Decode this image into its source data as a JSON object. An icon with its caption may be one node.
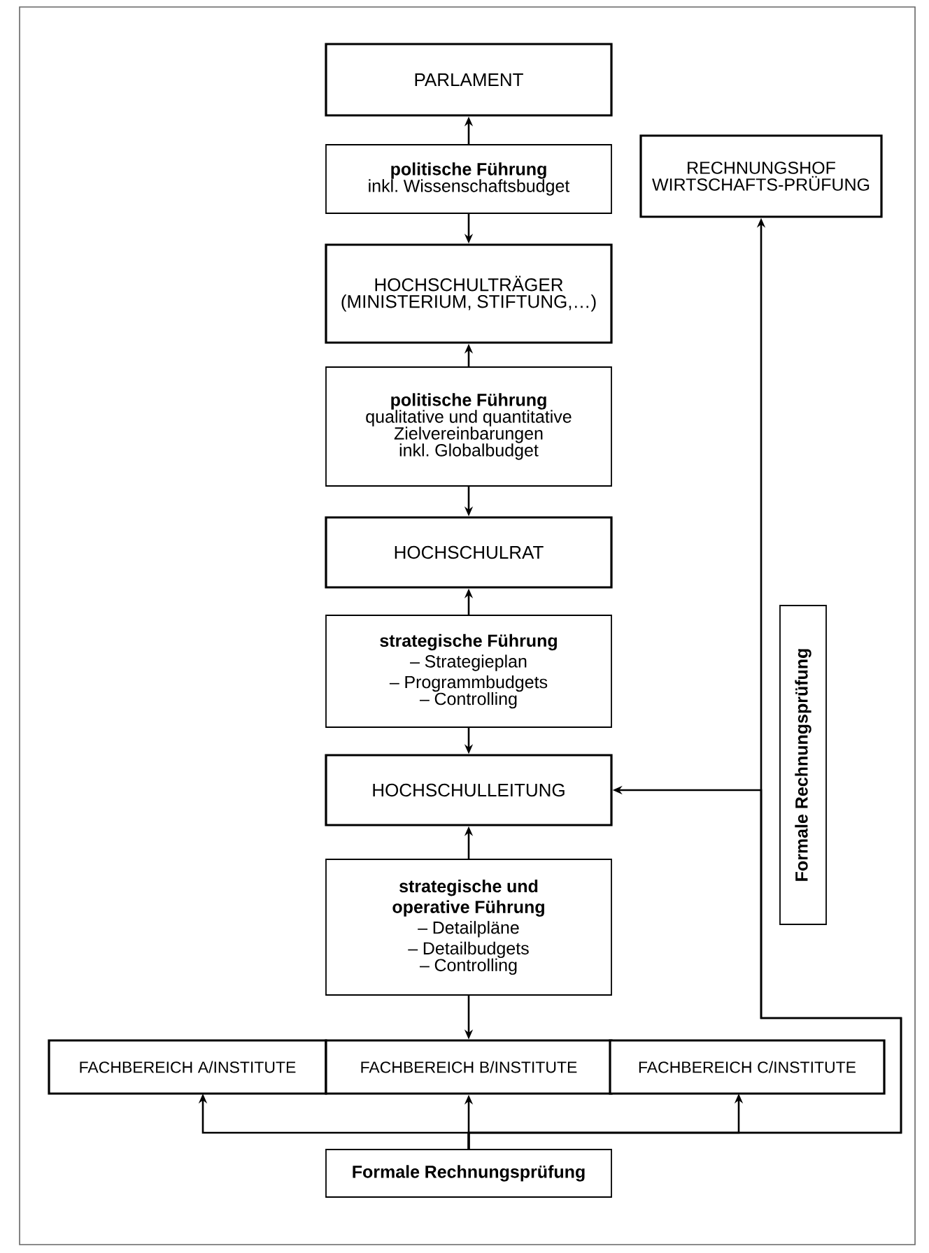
{
  "diagram": {
    "nodes": [
      {
        "text": [
          "PARLAMENT"
        ]
      },
      {
        "text": [
          "politische Führung",
          "inkl. Wissenschaftsbudget"
        ]
      },
      {
        "text": [
          "HOCHSCHULTRÄGER (MINISTERIUM, STIFTUNG,…)"
        ]
      },
      {
        "text": [
          "politische Führung",
          "qualitative und quantitative Zielvereinbarungen inkl. Globalbudget"
        ]
      },
      {
        "text": [
          "HOCHSCHULRAT"
        ]
      },
      {
        "text": [
          "strategische Führung",
          "– Strategieplan",
          "– Programmbudgets",
          "– Controlling"
        ]
      },
      {
        "text": [
          "HOCHSCHULLEITUNG"
        ]
      },
      {
        "text": [
          "strategische und operative Führung",
          "– Detailpläne",
          "– Detailbudgets",
          "– Controlling"
        ]
      },
      {
        "text": [
          "FACHBEREICH A/INSTITUTE"
        ]
      },
      {
        "text": [
          "FACHBEREICH B/INSTITUTE"
        ]
      },
      {
        "text": [
          "FACHBEREICH C/INSTITUTE"
        ]
      },
      {
        "text": [
          "Formale Rechnungsprüfung"
        ]
      },
      {
        "text": [
          "RECHNUNGSHOF WIRTSCHAFTS-PRÜFUNG"
        ]
      },
      {
        "text": [
          "Formale Rechnungsprüfung"
        ]
      }
    ],
    "edges": [
      {
        "from": 1,
        "to": 0,
        "arrow": "to"
      },
      {
        "from": 1,
        "to": 2,
        "arrow": "to"
      },
      {
        "from": 3,
        "to": 2,
        "arrow": "to"
      },
      {
        "from": 3,
        "to": 4,
        "arrow": "to"
      },
      {
        "from": 5,
        "to": 4,
        "arrow": "to"
      },
      {
        "from": 5,
        "to": 6,
        "arrow": "to"
      },
      {
        "from": 7,
        "to": 6,
        "arrow": "to"
      },
      {
        "from": 7,
        "to": 9,
        "arrow": "to"
      },
      {
        "from": 11,
        "to": 8,
        "arrow": "to"
      },
      {
        "from": 11,
        "to": 9,
        "arrow": "to"
      },
      {
        "from": 11,
        "to": 10,
        "arrow": "to"
      },
      {
        "from": 11,
        "to": 6,
        "arrow": "to"
      },
      {
        "from": 11,
        "to": 12,
        "arrow": "to"
      }
    ]
  }
}
